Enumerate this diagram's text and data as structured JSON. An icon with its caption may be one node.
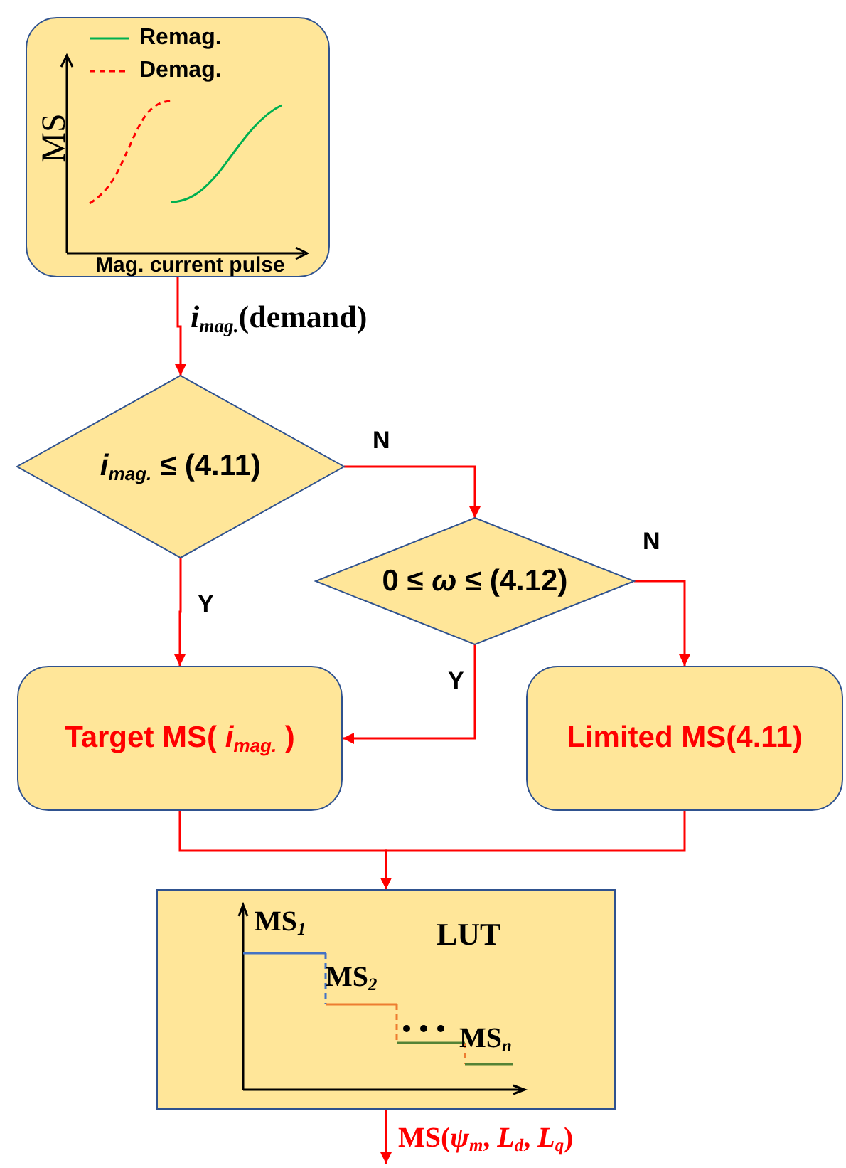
{
  "diagram": {
    "nodes": [
      {
        "text": [
          "MS",
          "Mag. current pulse"
        ]
      },
      {
        "text": [
          "*i*$_{mag.}$ ≤ (4.11)"
        ]
      },
      {
        "text": [
          "0 ≤ *ω* ≤ (4.12)"
        ]
      },
      {
        "text": [
          "Target MS( *i*$_{mag.}$ )"
        ]
      },
      {
        "text": [
          "Limited MS(4.11)"
        ]
      },
      {
        "text": [
          "LUT",
          "MS$_{1}$",
          "MS$_{2}$",
          "MS$_{n}$"
        ]
      }
    ],
    "edges": [
      {
        "from": 0,
        "to": 1,
        "arrow": "to",
        "label": "*i*$_{mag.}$(demand)"
      },
      {
        "from": 1,
        "to": 3,
        "arrow": "to",
        "label": "Y"
      },
      {
        "from": 1,
        "to": 2,
        "arrow": "to",
        "label": "N"
      },
      {
        "from": 2,
        "to": 3,
        "arrow": "to",
        "label": "Y"
      },
      {
        "from": 2,
        "to": 4,
        "arrow": "to",
        "label": "N"
      },
      {
        "from": 3,
        "to": 5,
        "arrow": "to"
      },
      {
        "from": 4,
        "to": 5,
        "arrow": "to"
      },
      {
        "from": 5,
        "to": null,
        "arrow": "to",
        "label": "MS(*ψ*$_{m}$, *L*$_{d}$, *L*$_{q}$)"
      }
    ],
    "legend": [
      {
        "text": "Remag."
      },
      {
        "text": "Demag."
      }
    ]
  }
}
